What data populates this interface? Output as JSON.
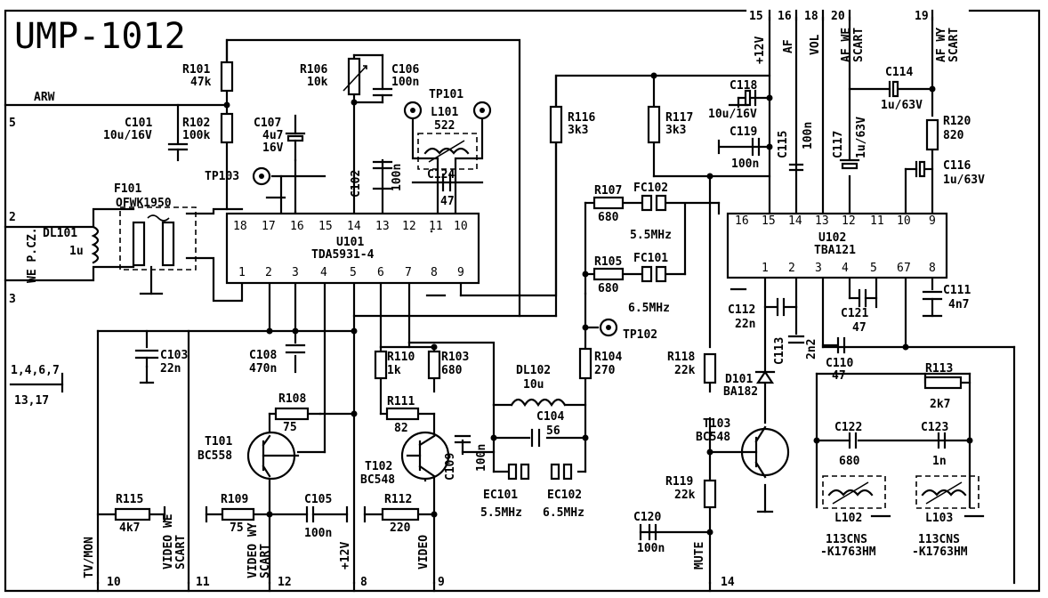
{
  "title": "UMP-1012",
  "ics": {
    "u101": {
      "ref": "U101",
      "part": "TDA5931-4",
      "top_pins": [
        "18",
        "17",
        "16",
        "15",
        "14",
        "13",
        "12",
        "11",
        "10"
      ],
      "bottom_pins": [
        "1",
        "2",
        "3",
        "4",
        "5",
        "6",
        "7",
        "8",
        "9"
      ]
    },
    "u102": {
      "ref": "U102",
      "part": "TBA121",
      "top_pins": [
        "16",
        "15",
        "14",
        "13",
        "12",
        "11",
        "10",
        "9"
      ],
      "bottom_pins": [
        "1",
        "2",
        "3",
        "4",
        "5",
        "6",
        "7",
        "8"
      ]
    }
  },
  "parts": {
    "r101": {
      "ref": "R101",
      "val": "47k"
    },
    "r102": {
      "ref": "R102",
      "val": "100k"
    },
    "r103": {
      "ref": "R103",
      "val": "680"
    },
    "r104": {
      "ref": "R104",
      "val": "270"
    },
    "r105": {
      "ref": "R105",
      "val": "680"
    },
    "r106": {
      "ref": "R106",
      "val": "10k"
    },
    "r107": {
      "ref": "R107",
      "val": "680"
    },
    "r108": {
      "ref": "R108",
      "val": "75"
    },
    "r109": {
      "ref": "R109",
      "val": "75"
    },
    "r110": {
      "ref": "R110",
      "val": "1k"
    },
    "r111": {
      "ref": "R111",
      "val": "82"
    },
    "r112": {
      "ref": "R112",
      "val": "220"
    },
    "r113": {
      "ref": "R113",
      "val": "2k7"
    },
    "r115": {
      "ref": "R115",
      "val": "4k7"
    },
    "r116": {
      "ref": "R116",
      "val": "3k3"
    },
    "r117": {
      "ref": "R117",
      "val": "3k3"
    },
    "r118": {
      "ref": "R118",
      "val": "22k"
    },
    "r119": {
      "ref": "R119",
      "val": "22k"
    },
    "r120": {
      "ref": "R120",
      "val": "820"
    },
    "c101": {
      "ref": "C101",
      "val": "10u/16V"
    },
    "c102": {
      "ref": "C102",
      "val": "100n"
    },
    "c103": {
      "ref": "C103",
      "val": "22n"
    },
    "c104": {
      "ref": "C104",
      "val": "56"
    },
    "c105": {
      "ref": "C105",
      "val": "100n"
    },
    "c106": {
      "ref": "C106",
      "val": "100n"
    },
    "c107": {
      "ref": "C107",
      "val": "4u7",
      "val2": "16V"
    },
    "c108": {
      "ref": "C108",
      "val": "470n"
    },
    "c109": {
      "ref": "C109",
      "val": "100n"
    },
    "c110": {
      "ref": "C110",
      "val": "47"
    },
    "c111": {
      "ref": "C111",
      "val": "4n7"
    },
    "c112": {
      "ref": "C112",
      "val": "22n"
    },
    "c113": {
      "ref": "C113",
      "val": "2n2"
    },
    "c114": {
      "ref": "C114",
      "val": "1u/63V"
    },
    "c115": {
      "ref": "C115",
      "val": "100n"
    },
    "c116": {
      "ref": "C116",
      "val": "1u/63V"
    },
    "c117": {
      "ref": "C117",
      "val": "1u/63V"
    },
    "c118": {
      "ref": "C118",
      "val": "10u/16V"
    },
    "c119": {
      "ref": "C119",
      "val": "100n"
    },
    "c120": {
      "ref": "C120",
      "val": "100n"
    },
    "c121": {
      "ref": "C121",
      "val": "47"
    },
    "c122": {
      "ref": "C122",
      "val": "680"
    },
    "c123": {
      "ref": "C123",
      "val": "1n"
    },
    "c124": {
      "ref": "C124",
      "val": "47"
    },
    "l101": {
      "ref": "L101",
      "val": "522"
    },
    "l102": {
      "ref": "L102",
      "val": "113CNS",
      "val2": "-K1763HM"
    },
    "l103": {
      "ref": "L103",
      "val": "113CNS",
      "val2": "-K1763HM"
    },
    "dl101": {
      "ref": "DL101",
      "val": "1u"
    },
    "dl102": {
      "ref": "DL102",
      "val": "10u"
    },
    "fc101": {
      "ref": "FC101",
      "val": "6.5MHz"
    },
    "fc102": {
      "ref": "FC102",
      "val": "5.5MHz"
    },
    "ec101": {
      "ref": "EC101",
      "val": "5.5MHz"
    },
    "ec102": {
      "ref": "EC102",
      "val": "6.5MHz"
    },
    "f101": {
      "ref": "F101",
      "val": "OFWK1950"
    },
    "t101": {
      "ref": "T101",
      "val": "BC558"
    },
    "t102": {
      "ref": "T102",
      "val": "BC548"
    },
    "t103": {
      "ref": "T103",
      "val": "BC548"
    },
    "d101": {
      "ref": "D101",
      "val": "BA182"
    },
    "tp101": {
      "ref": "TP101"
    },
    "tp102": {
      "ref": "TP102"
    },
    "tp103": {
      "ref": "TP103"
    }
  },
  "net_labels": {
    "arw": "ARW",
    "we_pcz": "WE P.CZ.",
    "gnd_pins": "1,4,6,7",
    "gnd_pins2": "13,17"
  },
  "connectors_top": [
    {
      "pin": "15",
      "label": "+12V"
    },
    {
      "pin": "16",
      "label": "AF"
    },
    {
      "pin": "18",
      "label": "VOL"
    },
    {
      "pin": "20",
      "label": "AF WE",
      "label2": "SCART"
    },
    {
      "pin": "19",
      "label": "AF WY",
      "label2": "SCART"
    }
  ],
  "connectors_left": [
    {
      "pin": "5"
    },
    {
      "pin": "2"
    },
    {
      "pin": "3"
    }
  ],
  "connectors_bottom": [
    {
      "pin": "10",
      "label": "TV/MON"
    },
    {
      "pin": "11",
      "label": "VIDEO WE",
      "label2": "SCART"
    },
    {
      "pin": "12",
      "label": "VIDEO WY",
      "label2": "SCART"
    },
    {
      "pin": "8",
      "label": "+12V"
    },
    {
      "pin": "9",
      "label": "VIDEO"
    },
    {
      "pin": "14",
      "label": "MUTE"
    }
  ]
}
